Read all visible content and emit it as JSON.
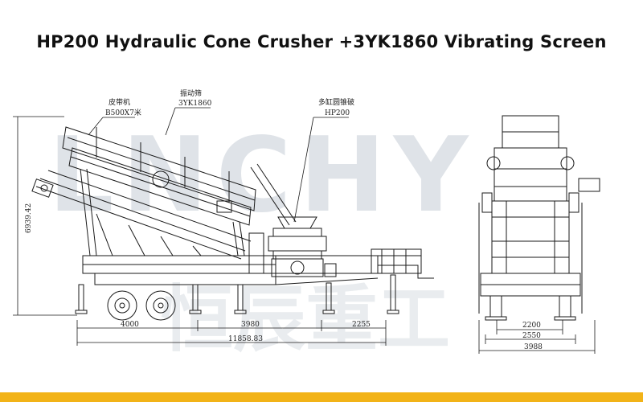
{
  "title": "HP200 Hydraulic Cone Crusher +3YK1860 Vibrating Screen",
  "watermark": {
    "latin": "LNCHY",
    "cjk": "恒辰重工"
  },
  "callouts": [
    {
      "name": "belt-conveyor",
      "line1": "皮带机",
      "line2": "B500X7米"
    },
    {
      "name": "vibrating-screen",
      "line1": "振动筛",
      "line2": "3YK1860"
    },
    {
      "name": "cone-crusher",
      "line1": "多缸圆锥破",
      "line2": "HP200"
    }
  ],
  "dimensions": {
    "height": "6939.42",
    "segment1": "4000",
    "segment2": "3980",
    "segment3": "2255",
    "total_length": "11858.83",
    "end_inner": "2200",
    "end_mid": "2550",
    "end_total": "3988"
  },
  "colors": {
    "line": "#1a1a1a",
    "watermark": "#dfe3e8",
    "accent_bar": "#f2b318"
  }
}
